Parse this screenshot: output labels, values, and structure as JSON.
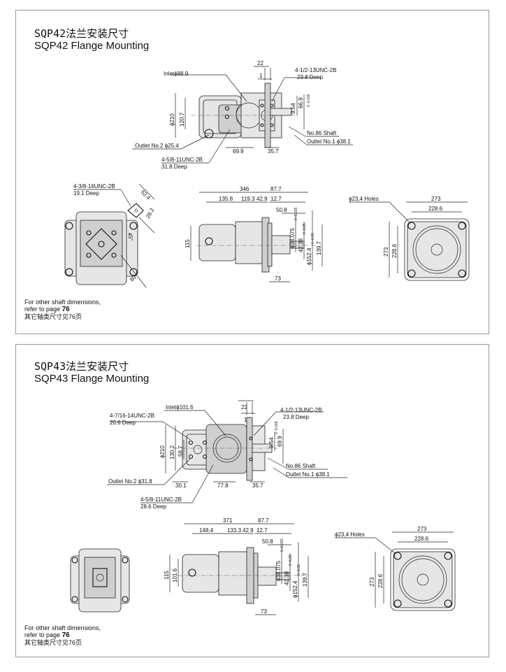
{
  "sqp42": {
    "title_cn": "SQP42法兰安装尺寸",
    "title_en": "SQP42 Flange Mounting",
    "labels": {
      "inlet": "Inletϕ88.9",
      "top_bolt": "4-1/2-13UNC-2B",
      "top_bolt_deep": "23.8 Deep",
      "dim_22": "22",
      "dim_1": "1",
      "dim_210": "ϕ210",
      "dim_120_7": "120.7",
      "dim_9_54": "9.54",
      "dim_9_54_tol": "0 -0.015",
      "dim_66_9": "66.9",
      "shaft": "No.86 Shaft",
      "outlet1": "Outlet No.1 ϕ38.1",
      "outlet2": "Outlet No.2 ϕ25.4",
      "dim_69_9": "69.9",
      "dim_35_7": "35.7",
      "bottom_bolt": "4-5/8-11UNC-2B",
      "bottom_bolt_deep": "31.8 Deep",
      "side_bolt": "4-3/8-16UNC-2B",
      "side_bolt_deep": "19.1 Deep",
      "dim_52_4": "52.4",
      "dim_26_2": "26.2",
      "dim_45": "45°",
      "dim_80": "80",
      "dim_346": "346",
      "dim_87_7": "87.7",
      "dim_135_8": "135.8",
      "dim_119_3": "119.3",
      "dim_42_9": "42.9",
      "dim_12_7": "12.7",
      "dim_50_8": "50.8",
      "dim_115": "115",
      "dim_38_075": "ϕ38.075",
      "dim_38_075_tol": "0 -0.025",
      "dim_42_38": "42.38",
      "dim_42_38_tol": "0 -0.25",
      "dim_152_4": "ϕ152.4",
      "dim_152_4_tol": "0 -0.05",
      "dim_139_7": "139.7",
      "dim_73": "73",
      "holes": "ϕ23,4 Holes",
      "dim_273": "273",
      "dim_228_6": "228.6",
      "dim_273_v": "273",
      "dim_228_6_v": "228.6"
    },
    "note": [
      "For other shaft dimensions,",
      "refer to page",
      "76",
      "其它轴类尺寸见76页"
    ]
  },
  "sqp43": {
    "title_cn": "SQP43法兰安装尺寸",
    "title_en": "SQP43 Flange Mounting",
    "labels": {
      "inlet": "Inletϕ101.6",
      "top_bolt": "4-1/2-13UNC-2B",
      "top_bolt_deep": "23.8 Deep",
      "left_bolt": "4-7/16-14UNC-2B",
      "left_bolt_deep": "20.6 Deep",
      "dim_22": "22",
      "dim_1": "1",
      "dim_210": "ϕ210",
      "dim_130_2": "130.2",
      "dim_58_7": "58.7",
      "dim_9_54": "9.54",
      "dim_9_54_tol": "0 -0.015",
      "dim_69_9": "69.9",
      "shaft": "No.86 Shaft",
      "outlet1": "Outlet No.1 ϕ38.1",
      "outlet2": "Outlet No.2 ϕ31.8",
      "dim_30_1": "30.1",
      "dim_77_8": "77.8",
      "dim_35_7": "35.7",
      "bottom_bolt": "4-5/8-11UNC-2B",
      "bottom_bolt_deep": "28.6 Deep",
      "dim_371": "371",
      "dim_87_7": "87.7",
      "dim_148_4": "148.4",
      "dim_133_3": "133.3",
      "dim_42_9": "42.9",
      "dim_12_7": "12.7",
      "dim_50_8": "50.8",
      "dim_115": "115",
      "dim_101_6": "101.6",
      "dim_38_075": "ϕ38.075",
      "dim_38_075_tol": "0 -0.025",
      "dim_42_38": "42.38",
      "dim_42_38_tol": "0 -0.25",
      "dim_152_4": "ϕ152.4",
      "dim_152_4_tol": "0 -0.05",
      "dim_139_7": "139.7",
      "dim_73": "73",
      "holes": "ϕ23,4 Holes",
      "dim_273": "273",
      "dim_228_6": "228.6",
      "dim_273_v": "273",
      "dim_228_6_v": "228.6"
    },
    "note": [
      "For other shaft dimensions,",
      "refer to page",
      "76",
      "其它轴类尺寸见76页"
    ]
  }
}
